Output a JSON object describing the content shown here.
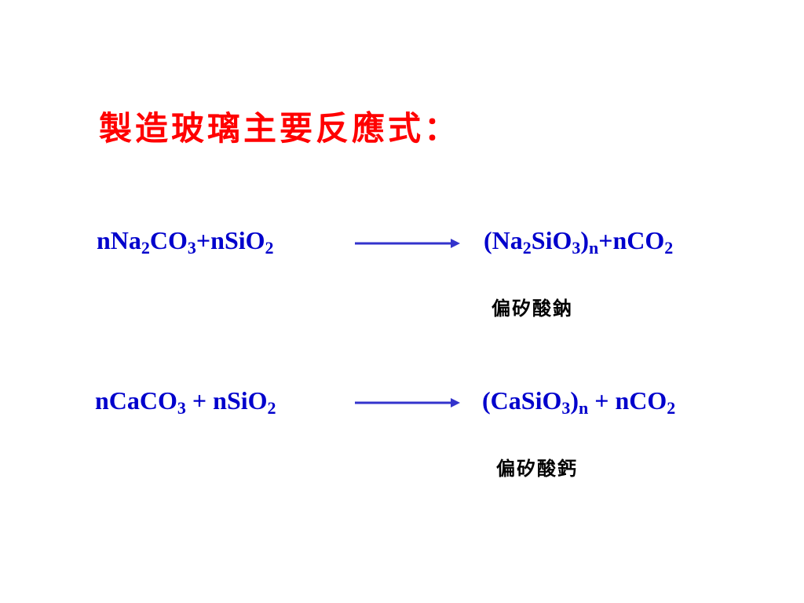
{
  "title": "製造玻璃主要反應式：",
  "colors": {
    "title": "#ff0000",
    "equation": "#0000cc",
    "arrow": "#3333cc",
    "product_name": "#000000"
  },
  "reactions": [
    {
      "reactants": [
        {
          "t": "nNa"
        },
        {
          "t": "2",
          "sub": true
        },
        {
          "t": "CO"
        },
        {
          "t": "3",
          "sub": true
        },
        {
          "t": "+nSiO"
        },
        {
          "t": "2",
          "sub": true
        }
      ],
      "products": [
        {
          "t": "(Na"
        },
        {
          "t": "2",
          "sub": true
        },
        {
          "t": "SiO"
        },
        {
          "t": "3",
          "sub": true
        },
        {
          "t": ")"
        },
        {
          "t": "n",
          "sub": true
        },
        {
          "t": "+nCO"
        },
        {
          "t": "2",
          "sub": true
        }
      ],
      "product_name": "偏矽酸鈉"
    },
    {
      "reactants": [
        {
          "t": "nCaCO"
        },
        {
          "t": "3",
          "sub": true
        },
        {
          "t": " + nSiO"
        },
        {
          "t": "2",
          "sub": true
        }
      ],
      "products": [
        {
          "t": "(CaSiO"
        },
        {
          "t": "3",
          "sub": true
        },
        {
          "t": ")"
        },
        {
          "t": "n",
          "sub": true
        },
        {
          "t": " + nCO"
        },
        {
          "t": "2",
          "sub": true
        }
      ],
      "product_name": "偏矽酸鈣"
    }
  ]
}
